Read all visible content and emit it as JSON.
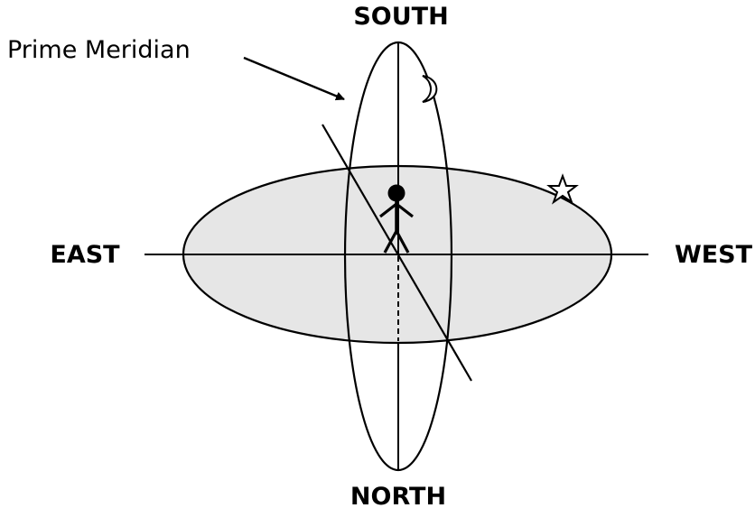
{
  "labels": {
    "south": "SOUTH",
    "north": "NORTH",
    "east": "EAST",
    "west": "WEST",
    "prime_meridian": "Prime Meridian"
  },
  "icons": {
    "moon": "crescent-moon-icon",
    "star": "star-icon",
    "observer": "stick-figure-person"
  },
  "colors": {
    "horizon_fill": "#e6e6e6",
    "stroke": "#000000",
    "background": "#ffffff"
  }
}
